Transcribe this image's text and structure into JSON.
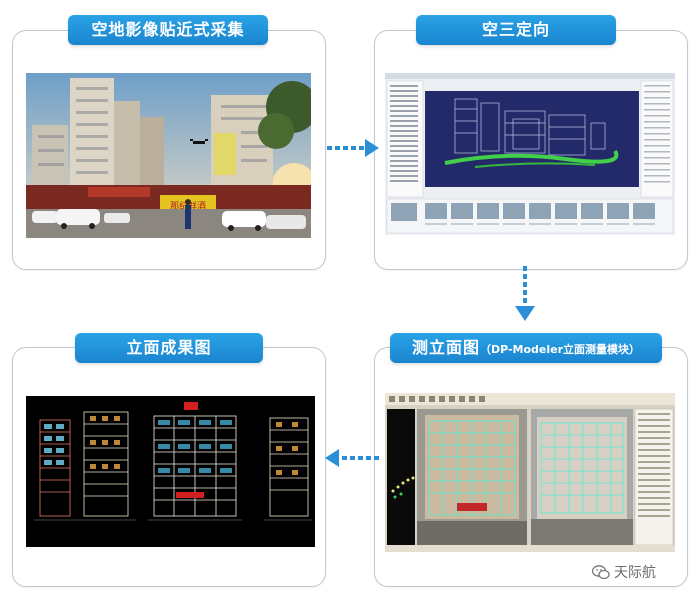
{
  "steps": {
    "step1": {
      "title": "空地影像贴近式采集",
      "shop_sign": "那纪鲜酒"
    },
    "step2": {
      "title": "空三定向"
    },
    "step3": {
      "title": "测立面图",
      "subtitle": "（DP-Modeler立面测量模块）"
    },
    "step4": {
      "title": "立面成果图"
    }
  },
  "watermark": {
    "text": "天际航",
    "icon": "wechat-icon"
  },
  "colors": {
    "accent": "#1e90d6",
    "border": "#bfc7d2",
    "arrow": "#2a8fd6"
  }
}
